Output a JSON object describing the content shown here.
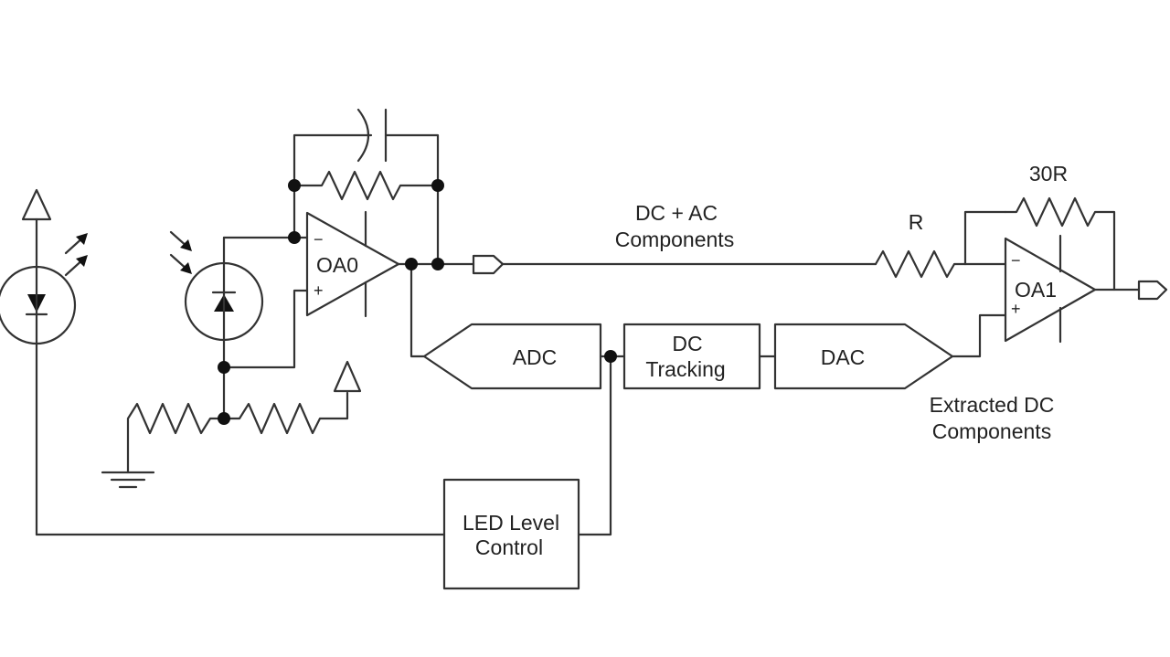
{
  "labels": {
    "oa0": "OA0",
    "oa1": "OA1",
    "oa0_minus": "−",
    "oa0_plus": "+",
    "oa1_minus": "−",
    "oa1_plus": "+",
    "dc_ac_line1": "DC + AC",
    "dc_ac_line2": "Components",
    "r": "R",
    "r30": "30R",
    "adc": "ADC",
    "dc_tracking_line1": "DC",
    "dc_tracking_line2": "Tracking",
    "dac": "DAC",
    "extracted_line1": "Extracted DC",
    "extracted_line2": "Components",
    "led_line1": "LED Level",
    "led_line2": "Control"
  }
}
